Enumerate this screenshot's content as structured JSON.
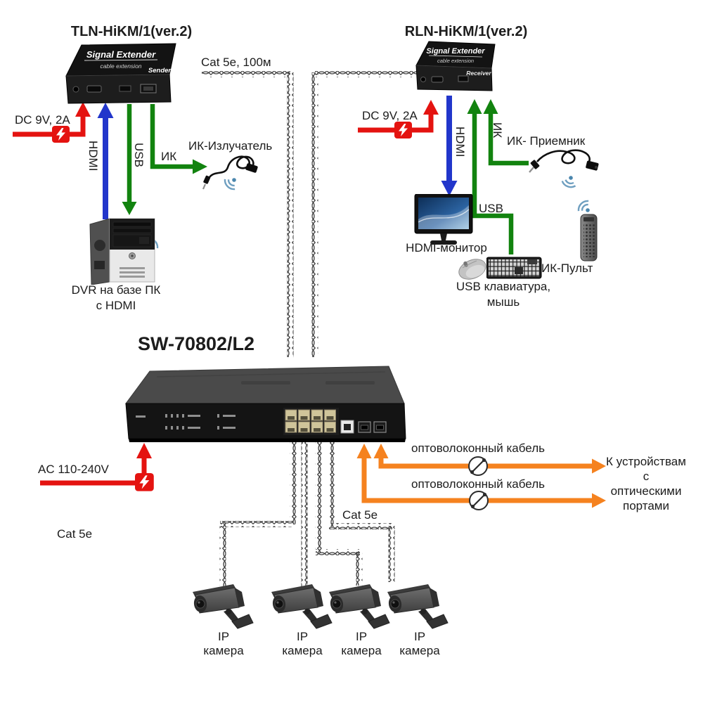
{
  "colors": {
    "red": "#e41310",
    "blue": "#2236cb",
    "green": "#12830f",
    "orange": "#f5821f",
    "cable": "#3c3c3c"
  },
  "top_left": {
    "title": "TLN-HiKM/1(ver.2)",
    "device": {
      "line1": "Signal Extender",
      "line2": "cable extension",
      "role": "Sender"
    },
    "power_label": "DC 9V, 2A",
    "hdmi_label": "HDMI",
    "usb_label": "USB",
    "ir_label": "ИК",
    "ir_emitter_label": "ИК-Излучатель",
    "pc_label_line1": "DVR на базе ПК",
    "pc_label_line2": "с HDMI"
  },
  "top_middle": {
    "cable_label": "Cat 5e, 100м"
  },
  "top_right": {
    "title": "RLN-HiKM/1(ver.2)",
    "device": {
      "line1": "Signal Extender",
      "line2": "cable extension",
      "role": "Receiver"
    },
    "power_label": "DC 9V, 2A",
    "hdmi_label": "HDMI",
    "usb_label": "USB",
    "ir_label": "ИК",
    "ir_receiver_label": "ИК- Приемник",
    "monitor_label": "HDMI-монитор",
    "keyboard_label_line1": "USB клавиатура,",
    "keyboard_label_line2": "мышь",
    "remote_label": "ИК-Пульт"
  },
  "switch": {
    "title": "SW-70802/L2",
    "power_label": "AC 110-240V"
  },
  "cabling": {
    "cat5e_left": "Cat 5e",
    "cat5e_mid": "Cat 5e",
    "fiber_label_1": "оптоволоконный кабель",
    "fiber_label_2": "оптоволоконный кабель",
    "fiber_dest_line1": "К устройствам",
    "fiber_dest_line2": "с",
    "fiber_dest_line3": "оптическими",
    "fiber_dest_line4": "портами"
  },
  "cameras": [
    {
      "line1": "IP",
      "line2": "камера"
    },
    {
      "line1": "IP",
      "line2": "камера"
    },
    {
      "line1": "IP",
      "line2": "камера"
    },
    {
      "line1": "IP",
      "line2": "камера"
    }
  ]
}
